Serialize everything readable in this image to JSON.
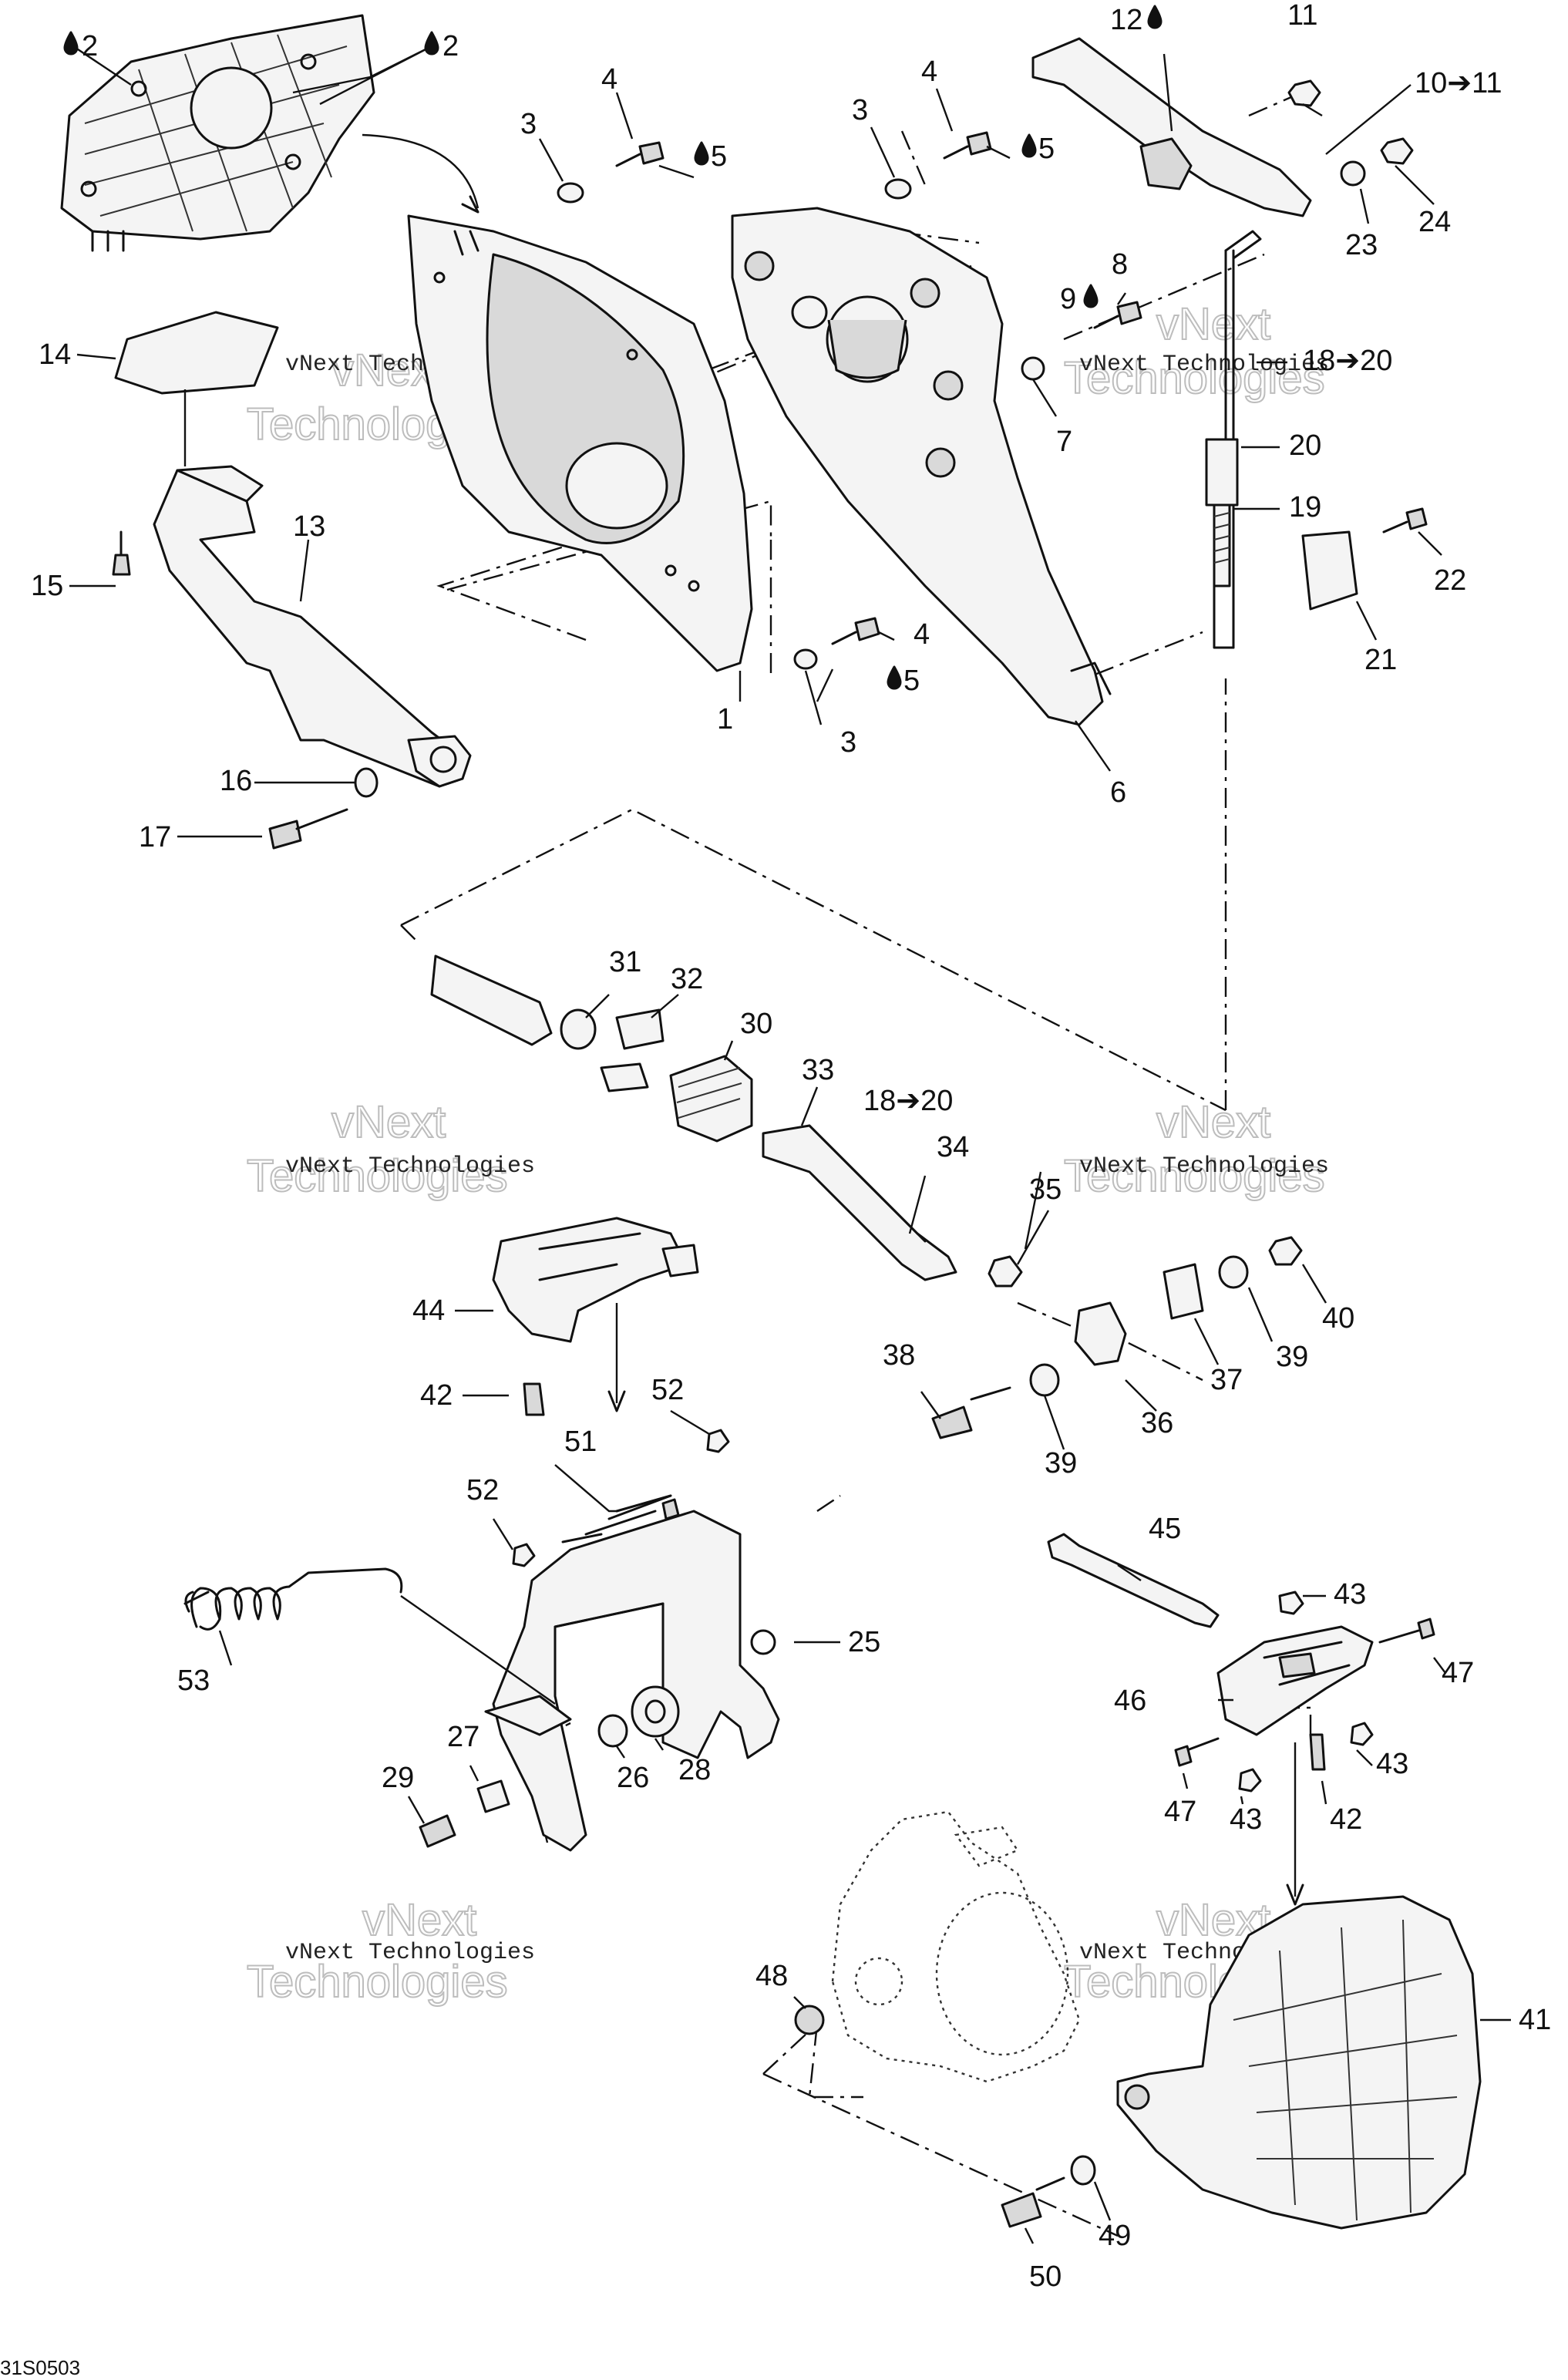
{
  "figure_code": "31S0503",
  "watermark": {
    "line1": "vNext Technologies",
    "line2": "vNext",
    "line3": "Technologies"
  },
  "callouts": [
    {
      "id": "c1",
      "text": "1"
    },
    {
      "id": "c2a",
      "text": "2"
    },
    {
      "id": "c2b",
      "text": "2"
    },
    {
      "id": "c3a",
      "text": "3"
    },
    {
      "id": "c3b",
      "text": "3"
    },
    {
      "id": "c3c",
      "text": "3"
    },
    {
      "id": "c4a",
      "text": "4"
    },
    {
      "id": "c4b",
      "text": "4"
    },
    {
      "id": "c4c",
      "text": "4"
    },
    {
      "id": "c5a",
      "text": "5"
    },
    {
      "id": "c5b",
      "text": "5"
    },
    {
      "id": "c5c",
      "text": "5"
    },
    {
      "id": "c6",
      "text": "6"
    },
    {
      "id": "c7",
      "text": "7"
    },
    {
      "id": "c8",
      "text": "8"
    },
    {
      "id": "c9",
      "text": "9"
    },
    {
      "id": "c10",
      "text": "10➔11"
    },
    {
      "id": "c11",
      "text": "11"
    },
    {
      "id": "c12",
      "text": "12"
    },
    {
      "id": "c13",
      "text": "13"
    },
    {
      "id": "c14",
      "text": "14"
    },
    {
      "id": "c15",
      "text": "15"
    },
    {
      "id": "c16",
      "text": "16"
    },
    {
      "id": "c17",
      "text": "17"
    },
    {
      "id": "c18a",
      "text": "18➔20"
    },
    {
      "id": "c18b",
      "text": "18➔20"
    },
    {
      "id": "c19",
      "text": "19"
    },
    {
      "id": "c20",
      "text": "20"
    },
    {
      "id": "c21",
      "text": "21"
    },
    {
      "id": "c22",
      "text": "22"
    },
    {
      "id": "c23",
      "text": "23"
    },
    {
      "id": "c24",
      "text": "24"
    },
    {
      "id": "c25",
      "text": "25"
    },
    {
      "id": "c26",
      "text": "26"
    },
    {
      "id": "c27",
      "text": "27"
    },
    {
      "id": "c28",
      "text": "28"
    },
    {
      "id": "c29",
      "text": "29"
    },
    {
      "id": "c30",
      "text": "30"
    },
    {
      "id": "c31",
      "text": "31"
    },
    {
      "id": "c32",
      "text": "32"
    },
    {
      "id": "c33",
      "text": "33"
    },
    {
      "id": "c34",
      "text": "34"
    },
    {
      "id": "c35",
      "text": "35"
    },
    {
      "id": "c36",
      "text": "36"
    },
    {
      "id": "c37",
      "text": "37"
    },
    {
      "id": "c38",
      "text": "38"
    },
    {
      "id": "c39a",
      "text": "39"
    },
    {
      "id": "c39b",
      "text": "39"
    },
    {
      "id": "c40",
      "text": "40"
    },
    {
      "id": "c41",
      "text": "41"
    },
    {
      "id": "c42a",
      "text": "42"
    },
    {
      "id": "c42b",
      "text": "42"
    },
    {
      "id": "c43a",
      "text": "43"
    },
    {
      "id": "c43b",
      "text": "43"
    },
    {
      "id": "c43c",
      "text": "43"
    },
    {
      "id": "c44",
      "text": "44"
    },
    {
      "id": "c45",
      "text": "45"
    },
    {
      "id": "c46",
      "text": "46"
    },
    {
      "id": "c47a",
      "text": "47"
    },
    {
      "id": "c47b",
      "text": "47"
    },
    {
      "id": "c48",
      "text": "48"
    },
    {
      "id": "c49",
      "text": "49"
    },
    {
      "id": "c50",
      "text": "50"
    },
    {
      "id": "c51",
      "text": "51"
    },
    {
      "id": "c52a",
      "text": "52"
    },
    {
      "id": "c52b",
      "text": "52"
    },
    {
      "id": "c53",
      "text": "53"
    }
  ],
  "icons": {
    "lubricant": "drop-icon"
  }
}
